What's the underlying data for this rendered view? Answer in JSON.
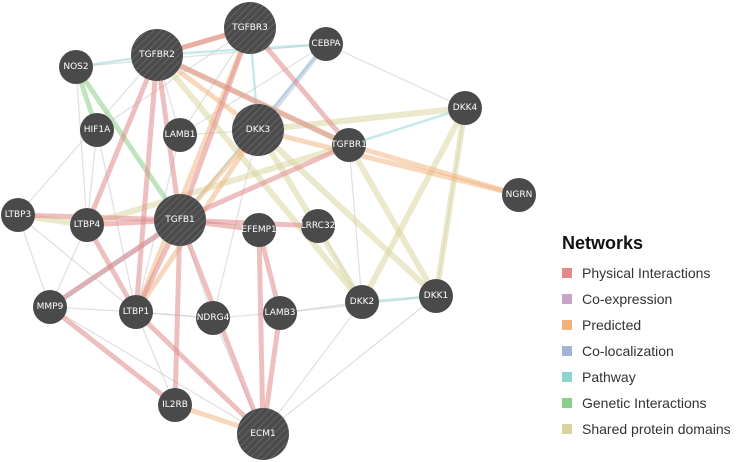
{
  "legend": {
    "title": "Networks",
    "items": [
      {
        "key": "physical",
        "label": "Physical Interactions",
        "color": "#e08a8a"
      },
      {
        "key": "coexp",
        "label": "Co-expression",
        "color": "#c9a3c9"
      },
      {
        "key": "predicted",
        "label": "Predicted",
        "color": "#f2b27c"
      },
      {
        "key": "coloc",
        "label": "Co-localization",
        "color": "#9fb4d6"
      },
      {
        "key": "pathway",
        "label": "Pathway",
        "color": "#8fd3cf"
      },
      {
        "key": "genetic",
        "label": "Genetic Interactions",
        "color": "#8ad08a"
      },
      {
        "key": "shared",
        "label": "Shared protein domains",
        "color": "#d8d39a"
      }
    ]
  },
  "nodes": [
    {
      "id": "TGFBR3",
      "label": "TGFBR3",
      "large": true
    },
    {
      "id": "TGFBR2",
      "label": "TGFBR2",
      "large": true
    },
    {
      "id": "CEBPA",
      "label": "CEBPA",
      "large": false
    },
    {
      "id": "NOS2",
      "label": "NOS2",
      "large": false
    },
    {
      "id": "DKK4",
      "label": "DKK4",
      "large": false
    },
    {
      "id": "HIF1A",
      "label": "HIF1A",
      "large": false
    },
    {
      "id": "LAMB1",
      "label": "LAMB1",
      "large": false
    },
    {
      "id": "DKK3",
      "label": "DKK3",
      "large": true
    },
    {
      "id": "TGFBR1",
      "label": "TGFBR1",
      "large": false
    },
    {
      "id": "NGRN",
      "label": "NGRN",
      "large": false
    },
    {
      "id": "LTBP3",
      "label": "LTBP3",
      "large": false
    },
    {
      "id": "LTBP4",
      "label": "LTBP4",
      "large": false
    },
    {
      "id": "TGFB1",
      "label": "TGFB1",
      "large": true
    },
    {
      "id": "EFEMP1",
      "label": "EFEMP1",
      "large": false
    },
    {
      "id": "LRRC32",
      "label": "LRRC32",
      "large": false
    },
    {
      "id": "MMP9",
      "label": "MMP9",
      "large": false
    },
    {
      "id": "LTBP1",
      "label": "LTBP1",
      "large": false
    },
    {
      "id": "NDRG4",
      "label": "NDRG4",
      "large": false
    },
    {
      "id": "LAMB3",
      "label": "LAMB3",
      "large": false
    },
    {
      "id": "DKK2",
      "label": "DKK2",
      "large": false
    },
    {
      "id": "DKK1",
      "label": "DKK1",
      "large": false
    },
    {
      "id": "IL2RB",
      "label": "IL2RB",
      "large": false
    },
    {
      "id": "ECM1",
      "label": "ECM1",
      "large": true
    }
  ],
  "edges": [
    {
      "s": "TGFB1",
      "t": "TGFBR2",
      "type": "physical"
    },
    {
      "s": "TGFB1",
      "t": "TGFBR3",
      "type": "physical"
    },
    {
      "s": "TGFB1",
      "t": "TGFBR1",
      "type": "physical"
    },
    {
      "s": "TGFB1",
      "t": "LTBP4",
      "type": "physical"
    },
    {
      "s": "TGFB1",
      "t": "LTBP1",
      "type": "physical"
    },
    {
      "s": "TGFB1",
      "t": "LTBP3",
      "type": "physical"
    },
    {
      "s": "TGFB1",
      "t": "LRRC32",
      "type": "physical"
    },
    {
      "s": "TGFB1",
      "t": "EFEMP1",
      "type": "physical"
    },
    {
      "s": "TGFB1",
      "t": "IL2RB",
      "type": "physical"
    },
    {
      "s": "TGFB1",
      "t": "MMP9",
      "type": "physical"
    },
    {
      "s": "TGFB1",
      "t": "ECM1",
      "type": "physical"
    },
    {
      "s": "TGFBR2",
      "t": "TGFBR1",
      "type": "physical"
    },
    {
      "s": "TGFBR3",
      "t": "TGFBR1",
      "type": "physical"
    },
    {
      "s": "TGFBR2",
      "t": "TGFBR3",
      "type": "physical"
    },
    {
      "s": "LTBP1",
      "t": "TGFBR2",
      "type": "physical"
    },
    {
      "s": "LTBP4",
      "t": "TGFBR2",
      "type": "physical"
    },
    {
      "s": "LAMB3",
      "t": "ECM1",
      "type": "physical"
    },
    {
      "s": "EFEMP1",
      "t": "ECM1",
      "type": "physical"
    },
    {
      "s": "LTBP1",
      "t": "ECM1",
      "type": "physical"
    },
    {
      "s": "LTBP4",
      "t": "LTBP1",
      "type": "physical"
    },
    {
      "s": "EFEMP1",
      "t": "LAMB3",
      "type": "physical"
    },
    {
      "s": "MMP9",
      "t": "IL2RB",
      "type": "physical"
    },
    {
      "s": "TGFBR2",
      "t": "DKK3",
      "type": "predicted"
    },
    {
      "s": "TGFBR3",
      "t": "TGFBR2",
      "type": "predicted"
    },
    {
      "s": "TGFBR1",
      "t": "NGRN",
      "type": "predicted"
    },
    {
      "s": "DKK3",
      "t": "NGRN",
      "type": "predicted"
    },
    {
      "s": "TGFBR3",
      "t": "LTBP1",
      "type": "predicted"
    },
    {
      "s": "IL2RB",
      "t": "ECM1",
      "type": "predicted"
    },
    {
      "s": "TGFB1",
      "t": "DKK3",
      "type": "predicted"
    },
    {
      "s": "LTBP1",
      "t": "DKK3",
      "type": "predicted"
    },
    {
      "s": "NOS2",
      "t": "TGFB1",
      "type": "genetic"
    },
    {
      "s": "NOS2",
      "t": "HIF1A",
      "type": "genetic"
    },
    {
      "s": "TGFBR2",
      "t": "DKK2",
      "type": "shared"
    },
    {
      "s": "DKK3",
      "t": "DKK2",
      "type": "shared"
    },
    {
      "s": "DKK3",
      "t": "DKK1",
      "type": "shared"
    },
    {
      "s": "DKK4",
      "t": "DKK2",
      "type": "shared"
    },
    {
      "s": "DKK4",
      "t": "DKK1",
      "type": "shared"
    },
    {
      "s": "TGFBR1",
      "t": "DKK1",
      "type": "shared"
    },
    {
      "s": "TGFBR2",
      "t": "TGFBR1",
      "type": "shared"
    },
    {
      "s": "LTBP3",
      "t": "LTBP4",
      "type": "shared"
    },
    {
      "s": "DKK3",
      "t": "DKK4",
      "type": "shared"
    },
    {
      "s": "LTBP4",
      "t": "TGFBR1",
      "type": "shared"
    },
    {
      "s": "DKK2",
      "t": "DKK1",
      "type": "pathway"
    },
    {
      "s": "CEBPA",
      "t": "TGFBR2",
      "type": "pathway"
    },
    {
      "s": "CEBPA",
      "t": "TGFB1",
      "type": "pathway"
    },
    {
      "s": "TGFBR3",
      "t": "DKK3",
      "type": "pathway"
    },
    {
      "s": "NOS2",
      "t": "TGFBR2",
      "type": "pathway"
    },
    {
      "s": "TGFBR1",
      "t": "DKK4",
      "type": "pathway"
    },
    {
      "s": "MMP9",
      "t": "TGFB1",
      "type": "coloc"
    },
    {
      "s": "CEBPA",
      "t": "DKK3",
      "type": "coloc"
    },
    {
      "s": "TGFBR2",
      "t": "LAMB1",
      "type": "coexp"
    },
    {
      "s": "TGFBR3",
      "t": "LAMB1",
      "type": "coexp"
    },
    {
      "s": "HIF1A",
      "t": "TGFBR3",
      "type": "coexp"
    },
    {
      "s": "NOS2",
      "t": "LTBP4",
      "type": "coexp"
    },
    {
      "s": "CEBPA",
      "t": "NOS2",
      "type": "coexp"
    },
    {
      "s": "CEBPA",
      "t": "DKK4",
      "type": "coexp"
    },
    {
      "s": "DKK4",
      "t": "DKK1",
      "type": "coexp"
    },
    {
      "s": "HIF1A",
      "t": "LTBP1",
      "type": "coexp"
    },
    {
      "s": "LTBP3",
      "t": "MMP9",
      "type": "coexp"
    },
    {
      "s": "LTBP3",
      "t": "LTBP1",
      "type": "coexp"
    },
    {
      "s": "NDRG4",
      "t": "TGFB1",
      "type": "coexp"
    },
    {
      "s": "NDRG4",
      "t": "LTBP1",
      "type": "coexp"
    },
    {
      "s": "NDRG4",
      "t": "DKK3",
      "type": "coexp"
    },
    {
      "s": "NDRG4",
      "t": "ECM1",
      "type": "coexp"
    },
    {
      "s": "LAMB3",
      "t": "DKK2",
      "type": "coexp"
    },
    {
      "s": "LRRC32",
      "t": "DKK2",
      "type": "coexp"
    },
    {
      "s": "MMP9",
      "t": "LTBP1",
      "type": "coexp"
    },
    {
      "s": "MMP9",
      "t": "ECM1",
      "type": "coexp"
    },
    {
      "s": "IL2RB",
      "t": "LTBP1",
      "type": "coexp"
    },
    {
      "s": "DKK2",
      "t": "ECM1",
      "type": "coexp"
    },
    {
      "s": "DKK1",
      "t": "ECM1",
      "type": "coexp"
    },
    {
      "s": "CEBPA",
      "t": "LAMB1",
      "type": "coexp"
    },
    {
      "s": "LAMB1",
      "t": "LTBP1",
      "type": "coexp"
    },
    {
      "s": "LAMB1",
      "t": "DKK3",
      "type": "coexp"
    },
    {
      "s": "HIF1A",
      "t": "LTBP4",
      "type": "coexp"
    },
    {
      "s": "LTBP3",
      "t": "TGFBR2",
      "type": "coexp"
    },
    {
      "s": "LTBP4",
      "t": "MMP9",
      "type": "coexp"
    },
    {
      "s": "TGFBR1",
      "t": "DKK2",
      "type": "coexp"
    },
    {
      "s": "LAMB3",
      "t": "DKK1",
      "type": "coexp"
    },
    {
      "s": "LTBP1",
      "t": "NDRG4",
      "type": "coexp"
    },
    {
      "s": "NDRG4",
      "t": "LAMB3",
      "type": "coexp"
    }
  ]
}
